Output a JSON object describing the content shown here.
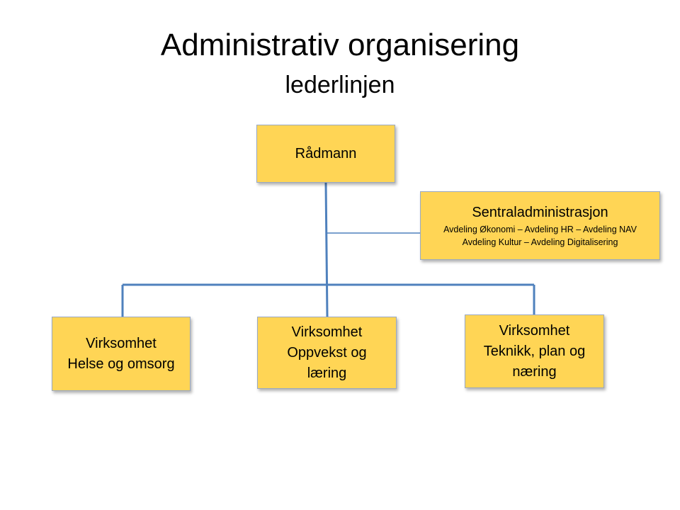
{
  "title": "Administrativ organisering",
  "subtitle": "lederlinjen",
  "colors": {
    "box_fill": "#FFD555",
    "connector": "#4F81BD"
  },
  "boxes": {
    "raadmann": {
      "lines": [
        "Rådmann"
      ]
    },
    "sentraladministrasjon": {
      "lines": [
        "Sentraladministrasjon"
      ],
      "details": [
        "Avdeling Økonomi  – Avdeling HR – Avdeling NAV",
        "Avdeling Kultur – Avdeling Digitalisering"
      ]
    },
    "helse": {
      "lines": [
        "Virksomhet",
        "Helse og omsorg"
      ]
    },
    "oppvekst": {
      "lines": [
        "Virksomhet",
        "Oppvekst og",
        "læring"
      ]
    },
    "teknikk": {
      "lines": [
        "Virksomhet",
        "Teknikk, plan og",
        "næring"
      ]
    }
  }
}
